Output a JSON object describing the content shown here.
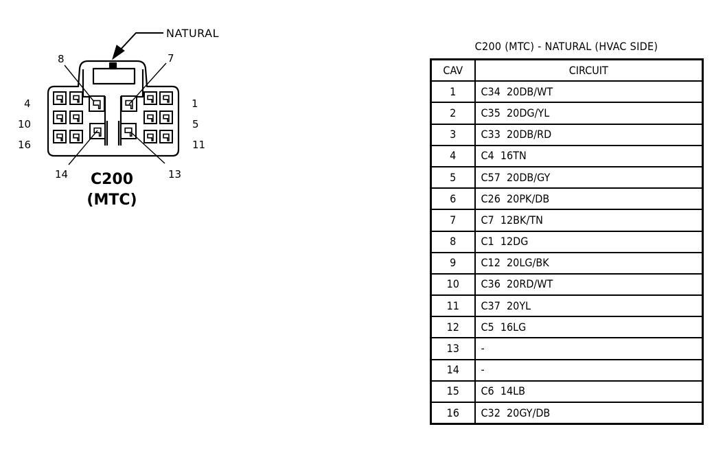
{
  "diagram": {
    "callout": "NATURAL",
    "connector_name": "C200",
    "connector_sub": "(MTC)",
    "pin_labels": {
      "p8": "8",
      "p7": "7",
      "p4": "4",
      "p10": "10",
      "p16": "16",
      "p1": "1",
      "p5": "5",
      "p11": "11",
      "p14": "14",
      "p13": "13"
    }
  },
  "table": {
    "title": "C200 (MTC) - NATURAL (HVAC SIDE)",
    "headers": {
      "cav": "CAV",
      "circuit": "CIRCUIT"
    },
    "rows": [
      {
        "cav": "1",
        "circuit": "C34  20DB/WT"
      },
      {
        "cav": "2",
        "circuit": "C35  20DG/YL"
      },
      {
        "cav": "3",
        "circuit": "C33  20DB/RD"
      },
      {
        "cav": "4",
        "circuit": "C4  16TN"
      },
      {
        "cav": "5",
        "circuit": "C57  20DB/GY"
      },
      {
        "cav": "6",
        "circuit": "C26  20PK/DB"
      },
      {
        "cav": "7",
        "circuit": "C7  12BK/TN"
      },
      {
        "cav": "8",
        "circuit": "C1  12DG"
      },
      {
        "cav": "9",
        "circuit": "C12  20LG/BK"
      },
      {
        "cav": "10",
        "circuit": "C36  20RD/WT"
      },
      {
        "cav": "11",
        "circuit": "C37  20YL"
      },
      {
        "cav": "12",
        "circuit": "C5  16LG"
      },
      {
        "cav": "13",
        "circuit": "-"
      },
      {
        "cav": "14",
        "circuit": "-"
      },
      {
        "cav": "15",
        "circuit": "C6  14LB"
      },
      {
        "cav": "16",
        "circuit": "C32  20GY/DB"
      }
    ]
  }
}
